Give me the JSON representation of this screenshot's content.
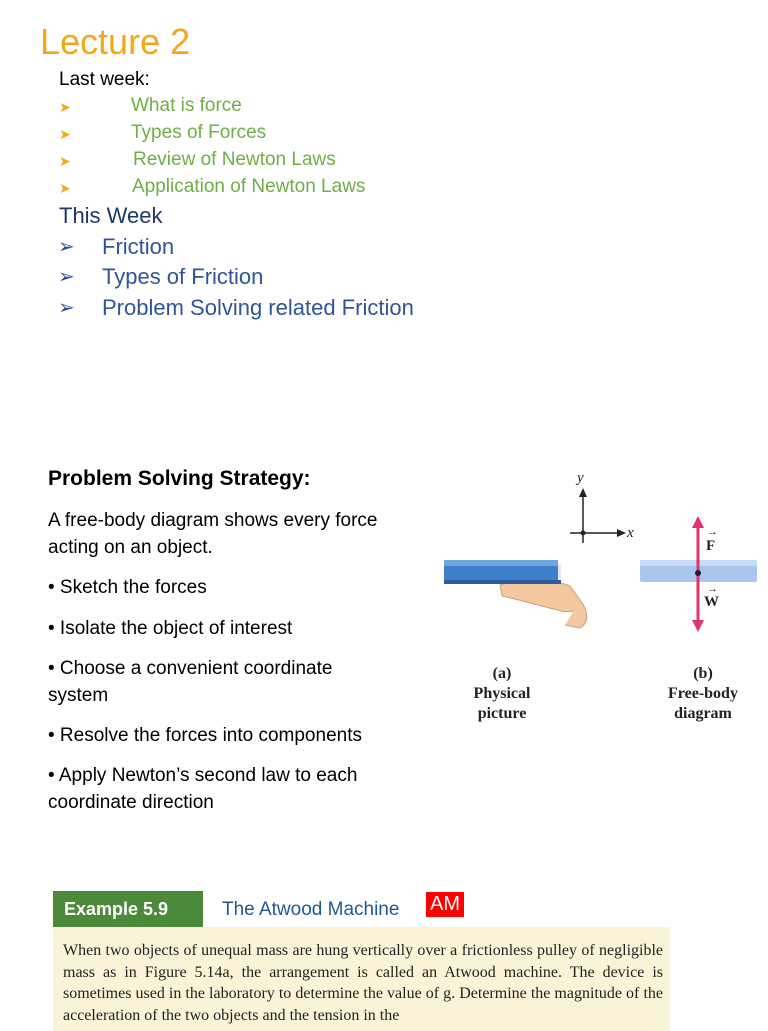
{
  "title": "Lecture 2",
  "last_week": {
    "heading": "Last week:",
    "items": [
      "What is force",
      "Types of Forces",
      "Review of Newton Laws",
      "Application of Newton Laws"
    ]
  },
  "this_week": {
    "heading": "This Week",
    "items": [
      "Friction",
      "Types of Friction",
      "Problem Solving related Friction"
    ]
  },
  "strategy": {
    "title": "Problem Solving Strategy:",
    "intro_line1": "A free-body diagram shows every force",
    "intro_line2": "acting on an object.",
    "bullets": [
      "• Sketch the forces",
      "• Isolate the object of interest",
      "• Choose a convenient coordinate",
      "• Resolve the forces into components",
      "• Apply Newton’s second law to each"
    ],
    "bullet3_cont": "system",
    "bullet5_cont": "coordinate direction"
  },
  "figure": {
    "axis_y": "y",
    "axis_x": "x",
    "force_f": "F",
    "force_w": "W",
    "caption_a": [
      "(a)",
      "Physical",
      "picture"
    ],
    "caption_b": [
      "(b)",
      "Free-body",
      "diagram"
    ]
  },
  "example": {
    "tag": "Example 5.9",
    "title": "The Atwood Machine",
    "badge": "AM",
    "text": "When two objects of unequal mass are hung vertically over a frictionless pulley of negligible mass as in Figure 5.14a, the arrangement is called an Atwood machine. The device is sometimes used in the laboratory to determine the value of g. Determine the magnitude of the acceleration of the two objects and the tension in the"
  },
  "colors": {
    "title": "#f2a81d",
    "last_week_items": "#70ad47",
    "this_week": "#2f5597",
    "example_tag": "#4b8a3a",
    "example_title": "#1f5a92",
    "badge": "#ff0000",
    "force_arrow": "#e0336b",
    "book": "#3f7fcb"
  }
}
